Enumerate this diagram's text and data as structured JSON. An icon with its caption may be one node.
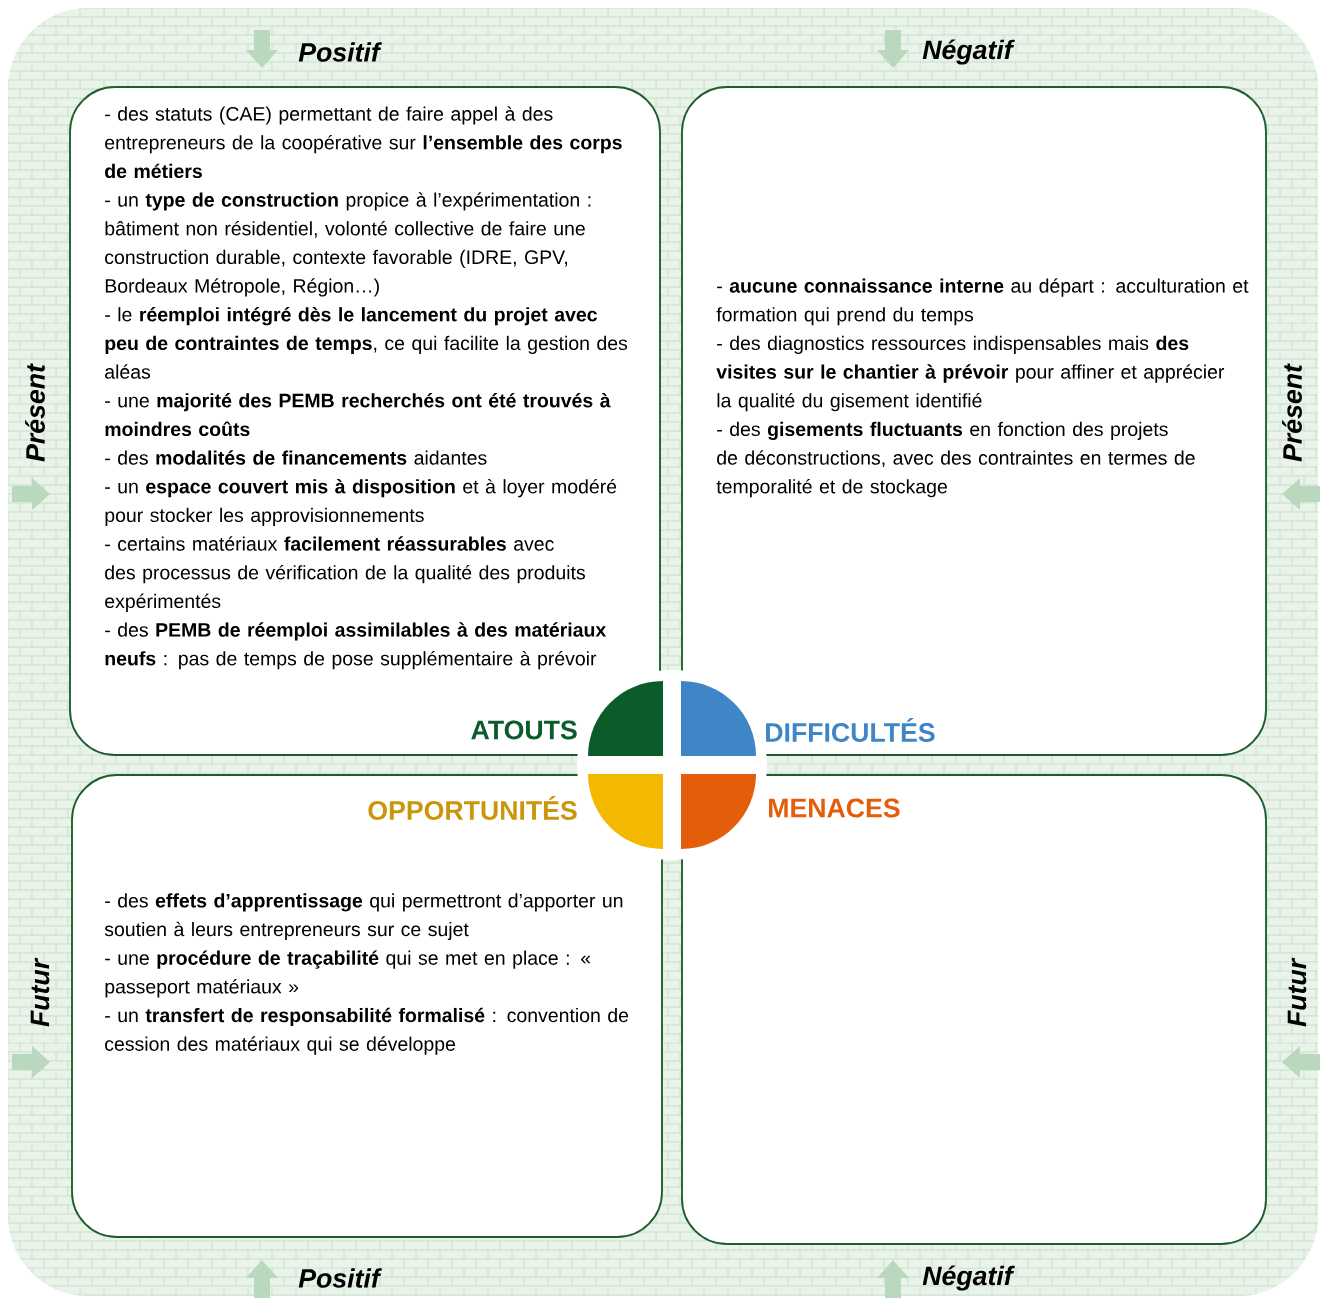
{
  "diagram": {
    "nodes": [
      {
        "text": [
          "- des statuts (CAE) permettant de faire appel à des entrepreneurs de la coopérative sur **l’ensemble des corps de métiers**",
          "- un **type de construction** propice à l’expérimentation : bâtiment non résidentiel, volonté collective de faire une construction durable, contexte favorable (IDRE, GPV, Bordeaux Métropole, Région…)",
          "- le **réemploi intégré dès le lancement du projet avec peu de contraintes de temps**, ce qui facilite la gestion des aléas",
          "- une **majorité des PEMB recherchés ont été trouvés à moindres coûts**",
          "- des **modalités de financements** aidantes",
          "- un **espace couvert mis à disposition** et à loyer modéré pour stocker les approvisionnements",
          "- certains matériaux **facilement réassurables** avec des processus de vérification de la qualité des produits expérimentés",
          "- des **PEMB de réemploi assimilables à des matériaux neufs** : pas de temps de pose supplémentaire à prévoir",
          "ATOUTS"
        ]
      },
      {
        "text": [
          "- **aucune connaissance interne** au départ : acculturation et formation qui prend du temps",
          "- des diagnostics ressources indispensables mais **des visites sur le chantier à prévoir** pour affiner et apprécier la qualité du gisement identifié",
          "- des **gisements fluctuants** en fonction des projets de déconstructions, avec des contraintes en termes de temporalité et de stockage",
          "DIFFICULTÉS"
        ]
      },
      {
        "text": [
          "OPPORTUNITÉS",
          "- des **effets d’apprentissage** qui permettront d’apporter un soutien à leurs entrepreneurs sur ce sujet",
          "- une **procédure de traçabilité** qui se met en place : « passeport matériaux »",
          "- un **transfert de responsabilité formalisé** : convention de cession des matériaux qui se développe"
        ]
      },
      {
        "text": [
          "MENACES"
        ]
      }
    ],
    "labels": [
      "Positif",
      "Négatif",
      "Présent",
      "Présent",
      "Futur",
      "Futur",
      "Positif",
      "Négatif"
    ]
  }
}
